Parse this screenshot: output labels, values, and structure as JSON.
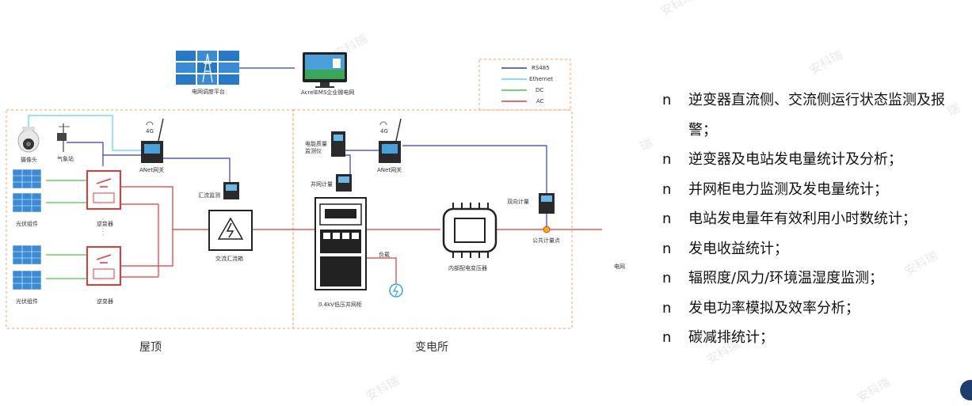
{
  "watermarks": [
    "安科瑞",
    "安科瑞",
    "安科瑞",
    "安科瑞",
    "安科瑞",
    "安科瑞",
    "安科瑞",
    "瑞",
    "瑞"
  ],
  "legend": {
    "items": [
      {
        "label": "RS485",
        "color": "#2f3fbf"
      },
      {
        "label": "Ethernet",
        "color": "#5fd3e8"
      },
      {
        "label": "DC",
        "color": "#4cc24c"
      },
      {
        "label": "AC",
        "color": "#e0393b"
      }
    ]
  },
  "nodes": {
    "grid_dispatch": "电网调度平台",
    "acrel_ems": "AcrelEMS企业微电网",
    "camera": "摄像头",
    "weather": "气象站",
    "gateway_roof": "ANet网关",
    "gateway_sub": "ANet网关",
    "pv_top": "光伏组件",
    "pv_bottom": "光伏组件",
    "inverter_top": "逆变器",
    "inverter_bottom": "逆变器",
    "combiner_monitor": "汇流监测",
    "ac_combiner": "交流汇流箱",
    "pq_monitor": "电能质量\n监测仪",
    "grid_meter": "并网计量",
    "load": "负载",
    "lv_cabinet": "0.4kV低压并网柜",
    "transformer": "内部配电变压器",
    "bidirectional_meter": "双向计量",
    "public_metering_point": "公共计量点",
    "power_grid": "电网",
    "signal_4g_1": "4G",
    "signal_4g_2": "4G"
  },
  "zones": {
    "roof": "屋顶",
    "substation": "变电所"
  },
  "features": [
    "逆变器直流侧、交流侧运行状态监测及报警；",
    "逆变器及电站发电量统计及分析；",
    "并网柜电力监测及发电量统计；",
    "电站发电量年有效利用小时数统计；",
    "发电收益统计；",
    "辐照度/风力/环境温湿度监测；",
    "发电功率模拟及效率分析；",
    "碳减排统计；"
  ],
  "bullet_char": "n"
}
